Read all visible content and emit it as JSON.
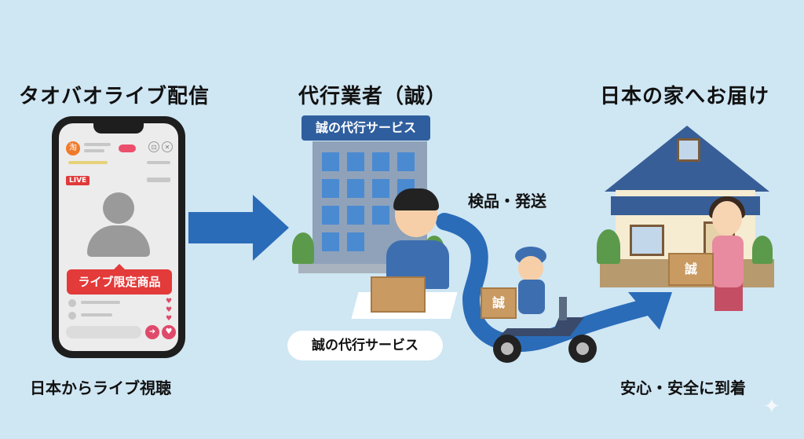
{
  "headings": {
    "left": "タオバオライブ配信",
    "center": "代行業者（誠）",
    "right": "日本の家へお届け"
  },
  "captions": {
    "left_bottom": "日本からライブ視聴",
    "inspect_ship": "検品・発送",
    "right_bottom": "安心・安全に到着"
  },
  "phone": {
    "app_badge": "淘",
    "live_label": "LIVE",
    "product_banner": "ライブ限定商品"
  },
  "agency": {
    "signboard": "誠の代行サービス",
    "service_label": "誠の代行サービス"
  },
  "boxes": {
    "scooter_box_mark": "誠",
    "house_box_mark": "誠"
  },
  "colors": {
    "background": "#cfe6f3",
    "arrow_blue": "#2a6cb8",
    "banner_red": "#e33a3a",
    "sign_navy": "#2f5e9e"
  }
}
